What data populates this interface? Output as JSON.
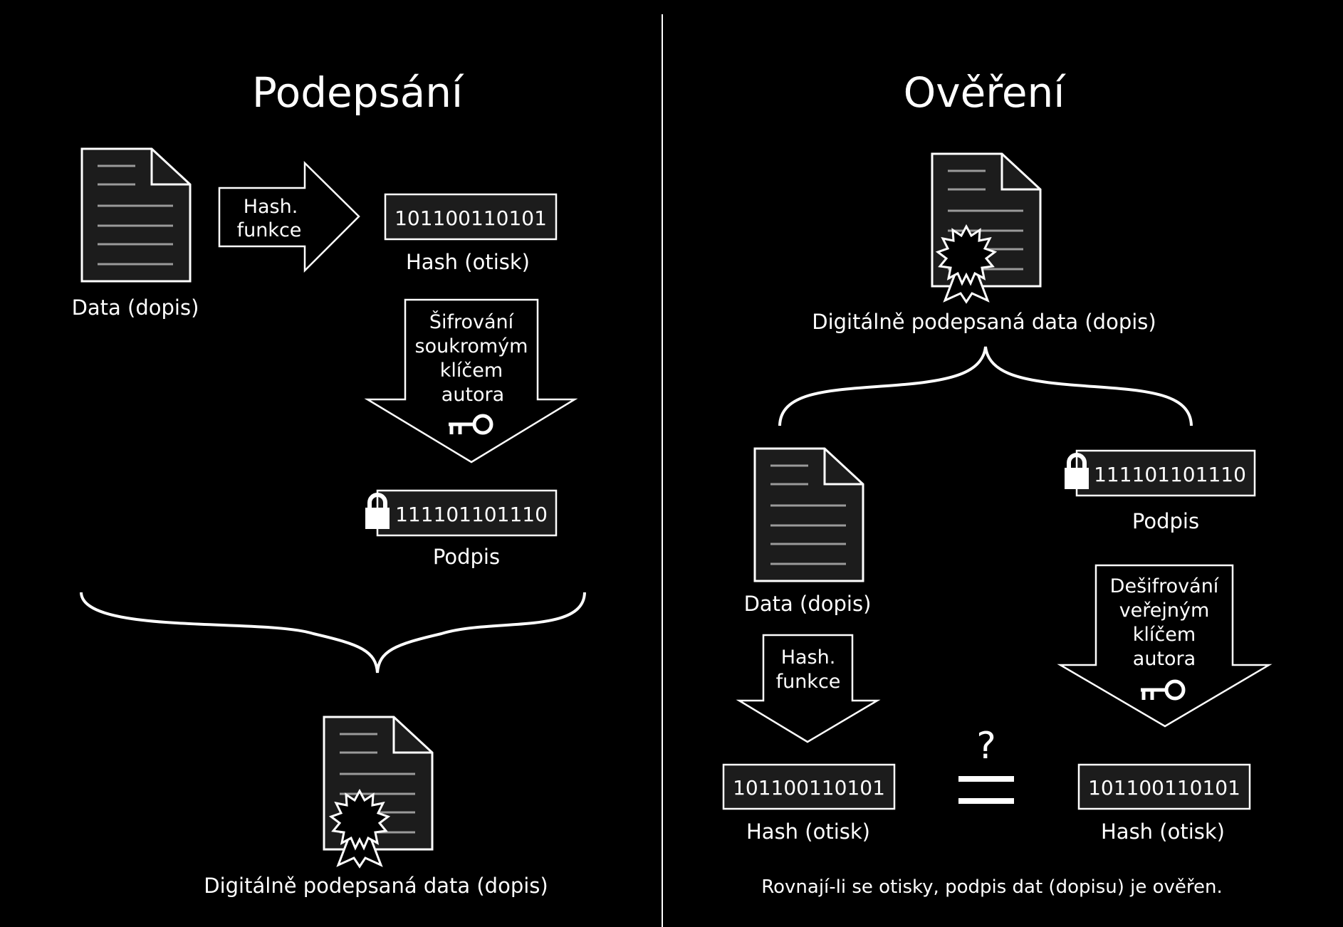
{
  "signing": {
    "title": "Podepsání",
    "data_label": "Data (dopis)",
    "hash_arrow": [
      "Hash.",
      "funkce"
    ],
    "hash_value": "101100110101",
    "hash_label": "Hash (otisk)",
    "encrypt_arrow": [
      "Šifrování",
      "soukromým",
      "klíčem",
      "autora"
    ],
    "signature_value": "111101101110",
    "signature_label": "Podpis",
    "signed_label": "Digitálně podepsaná data (dopis)"
  },
  "verification": {
    "title": "Ověření",
    "signed_label": "Digitálně podepsaná data (dopis)",
    "data_label": "Data (dopis)",
    "signature_value": "111101101110",
    "signature_label": "Podpis",
    "hash_arrow": [
      "Hash.",
      "funkce"
    ],
    "decrypt_arrow": [
      "Dešifrování",
      "veřejným",
      "klíčem",
      "autora"
    ],
    "computed_hash_value": "101100110101",
    "computed_hash_label": "Hash (otisk)",
    "decrypted_hash_value": "101100110101",
    "decrypted_hash_label": "Hash (otisk)",
    "question_mark": "?",
    "conclusion": "Rovnají-li se otisky, podpis dat (dopisu) je ověřen."
  },
  "colors": {
    "background": "#000000",
    "foreground": "#ffffff",
    "doc_fill": "#1c1c1c",
    "doc_lines": "#9a9a9a"
  }
}
